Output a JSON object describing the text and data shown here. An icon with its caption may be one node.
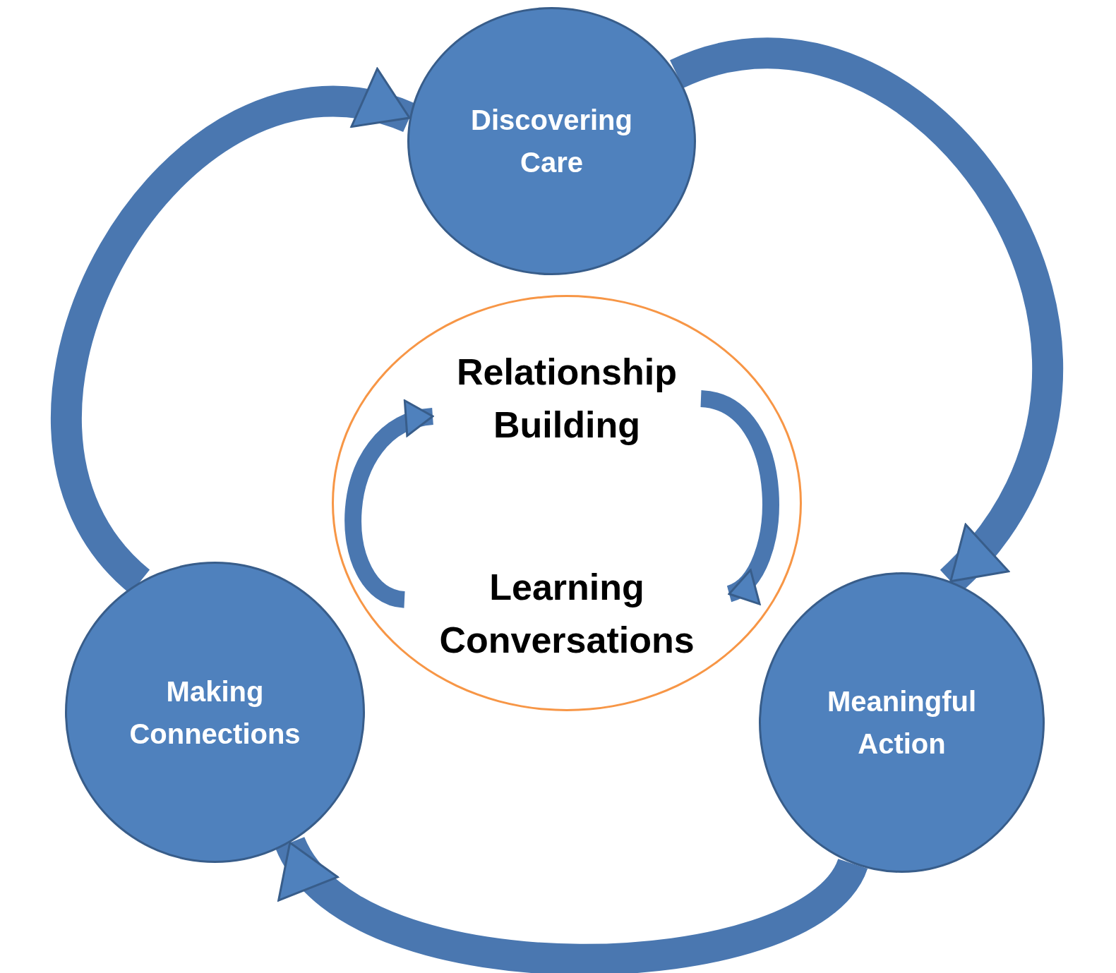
{
  "diagram": {
    "nodes": [
      {
        "text": [
          "Discovering Care"
        ]
      },
      {
        "text": [
          "Meaningful Action"
        ]
      },
      {
        "text": [
          "Making Connections"
        ]
      },
      {
        "text": [],
        "shape": "ellipse"
      },
      {
        "text": [
          "Relationship Building"
        ],
        "in": 3
      },
      {
        "text": [
          "Learning Conversations"
        ],
        "in": 3
      }
    ],
    "edges": [
      {
        "from": 0,
        "to": 1,
        "arrow": "to"
      },
      {
        "from": 1,
        "to": 2,
        "arrow": "to"
      },
      {
        "from": 2,
        "to": 0,
        "arrow": "to"
      },
      {
        "from": 4,
        "to": 5,
        "arrow": "to"
      },
      {
        "from": 5,
        "to": 4,
        "arrow": "to"
      }
    ]
  }
}
